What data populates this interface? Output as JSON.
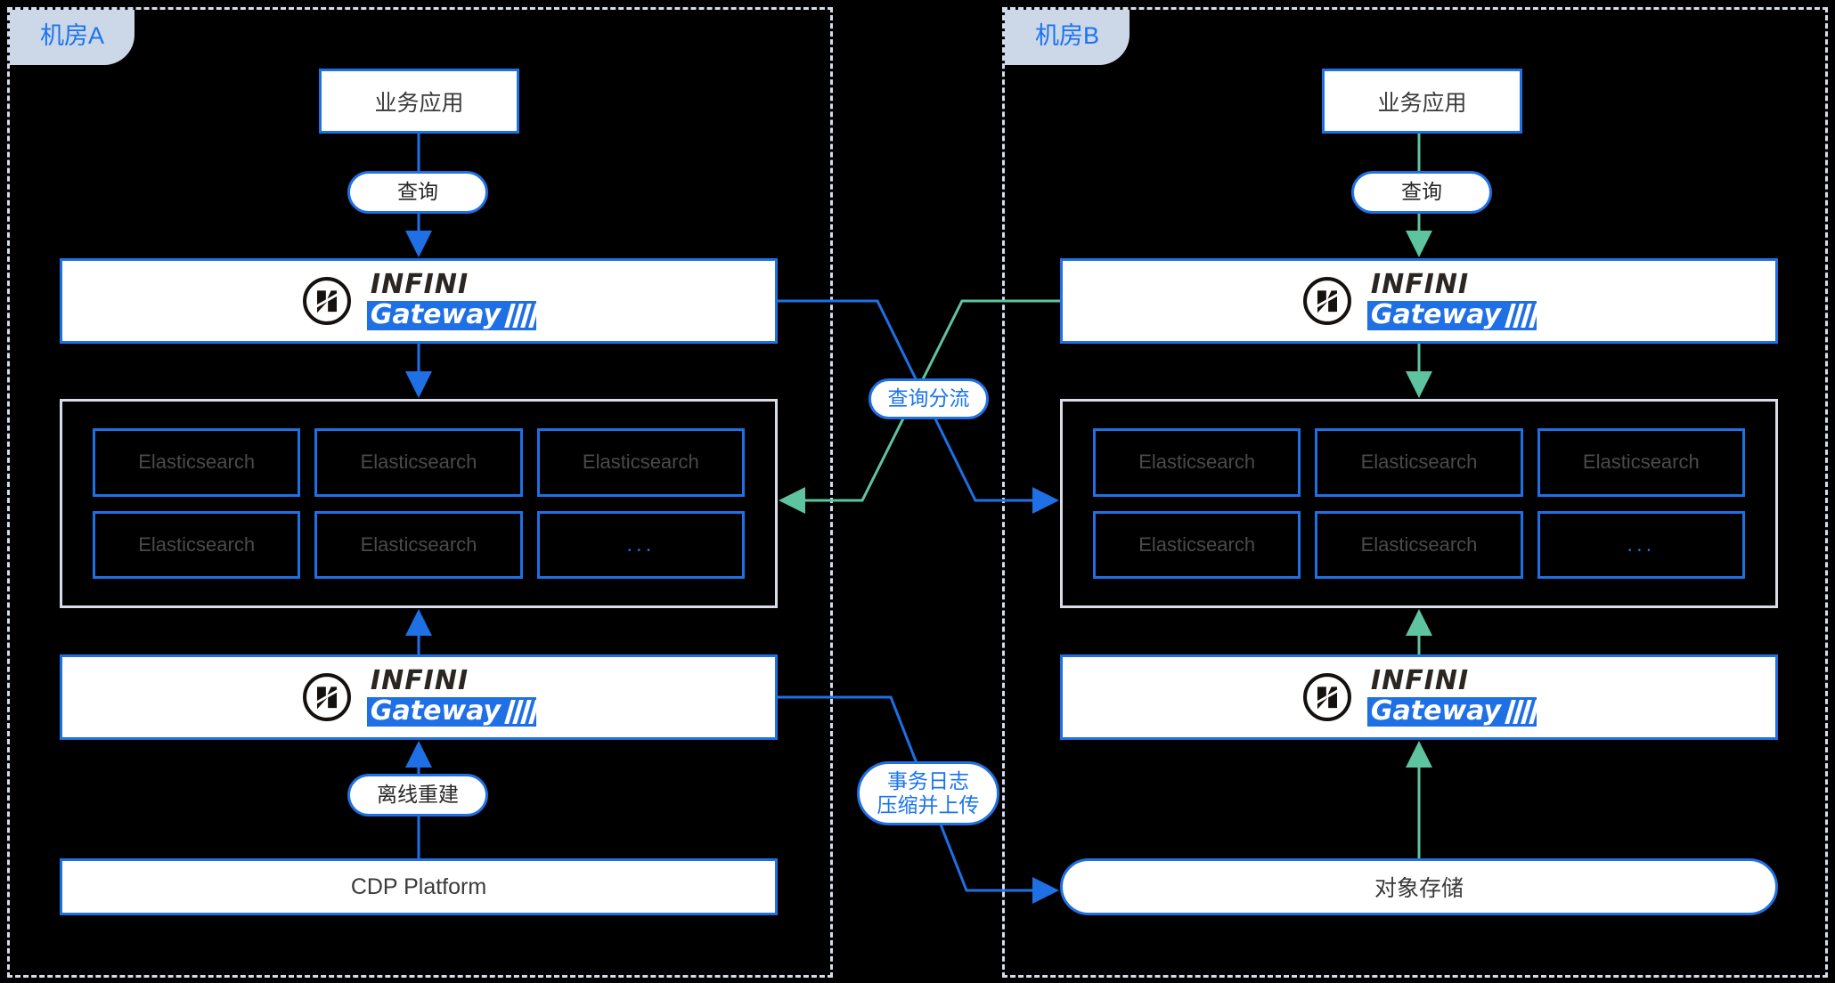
{
  "zones": [
    {
      "id": "A",
      "label": "机房A"
    },
    {
      "id": "B",
      "label": "机房B"
    }
  ],
  "colors": {
    "blue": "#1f6fe5",
    "blue_text": "#1a73f0",
    "green": "#5ec4a0",
    "zone_tab_bg": "#ccd8e8",
    "zone_dash": "#d4dded",
    "cluster_border": "#d8dce8",
    "background": "#000000",
    "box_fill": "#ffffff"
  },
  "siteA": {
    "app_box": "业务应用",
    "query_pill": "查询",
    "gateway_top": {
      "brand": "INFINI",
      "product": "Gateway"
    },
    "gateway_bottom": {
      "brand": "INFINI",
      "product": "Gateway"
    },
    "es_nodes": [
      "Elasticsearch",
      "Elasticsearch",
      "Elasticsearch",
      "Elasticsearch",
      "Elasticsearch",
      "..."
    ],
    "rebuild_pill": "离线重建",
    "platform_box": "CDP Platform"
  },
  "siteB": {
    "app_box": "业务应用",
    "query_pill": "查询",
    "gateway_top": {
      "brand": "INFINI",
      "product": "Gateway"
    },
    "gateway_bottom": {
      "brand": "INFINI",
      "product": "Gateway"
    },
    "es_nodes": [
      "Elasticsearch",
      "Elasticsearch",
      "Elasticsearch",
      "Elasticsearch",
      "Elasticsearch",
      "..."
    ],
    "storage_box": "对象存储"
  },
  "cross_links": {
    "query_split_label": "查询分流",
    "txlog_label_line1": "事务日志",
    "txlog_label_line2": "压缩并上传"
  }
}
